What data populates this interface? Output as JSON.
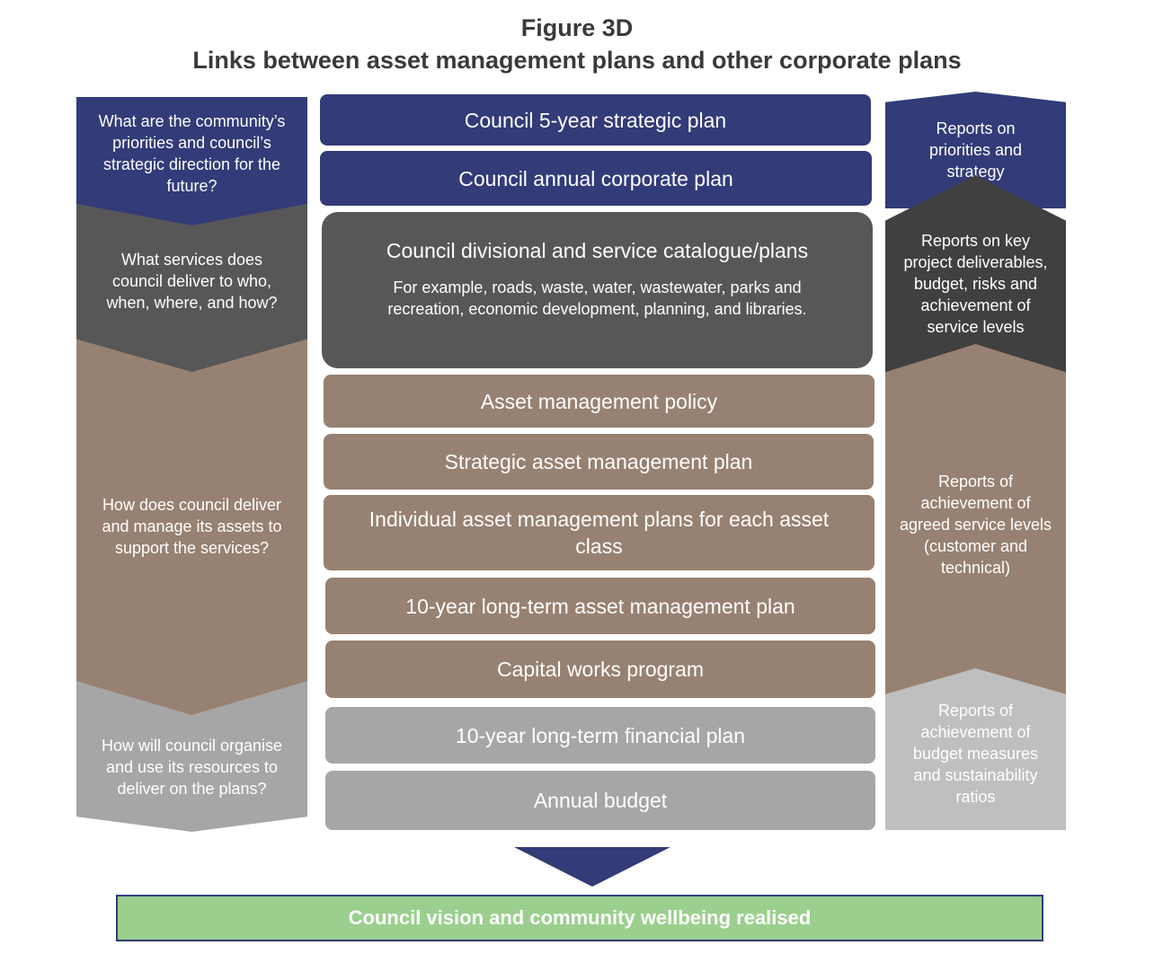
{
  "figure": {
    "label": "Figure 3D",
    "title": "Links between asset management plans and other corporate plans"
  },
  "left_questions": [
    "What are the community’s priorities and council’s strategic direction for the future?",
    "What services does council deliver to who, when, where, and how?",
    "How does council deliver and manage its assets to support the services?",
    "How will council organise and use its resources to deliver on the plans?"
  ],
  "center_plans": {
    "strategic_plan": "Council 5-year strategic plan",
    "annual_corporate_plan": "Council annual corporate plan",
    "divisional_plans": {
      "title": "Council divisional and service catalogue/plans",
      "example": "For example, roads, waste, water, wastewater, parks and recreation, economic development, planning, and libraries."
    },
    "asset_policy": "Asset management policy",
    "strategic_asset_plan": "Strategic asset management plan",
    "individual_asset_plans": "Individual asset management plans for each asset class",
    "long_term_asset_plan": "10-year long-term asset management plan",
    "capital_works": "Capital works program",
    "long_term_financial_plan": "10-year long-term financial plan",
    "annual_budget": "Annual budget"
  },
  "right_reports": [
    "Reports on priorities and strategy",
    "Reports on key project deliverables, budget, risks and achievement of service levels",
    "Reports of achievement of agreed service levels (customer and technical)",
    "Reports of achievement of budget measures and sustainability ratios"
  ],
  "outcome": "Council vision and community wellbeing realised",
  "colors": {
    "navy": "#333b78",
    "dark_grey": "#575757",
    "brown": "#978172",
    "light_grey": "#a6a6a6",
    "green": "#9bcf8e"
  }
}
